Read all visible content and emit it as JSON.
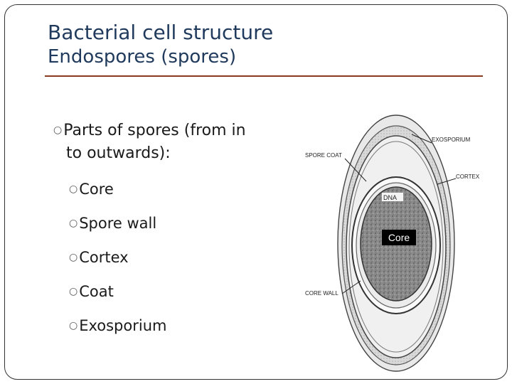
{
  "slide": {
    "title_line1": "Bacterial cell structure",
    "title_line2": "Endospores (spores)"
  },
  "bullets": {
    "main_line1": "Parts of spores (from in",
    "main_line2": "to outwards):",
    "items": [
      "Core",
      "Spore wall",
      "Cortex",
      "Coat",
      "Exosporium"
    ]
  },
  "figure": {
    "labels": {
      "exosporium": "EXOSPORIUM",
      "spore_coat": "SPORE COAT",
      "cortex": "CORTEX",
      "dna": "DNA",
      "core": "Core",
      "core_wall": "CORE WALL"
    }
  },
  "colors": {
    "title": "#1f3a5c",
    "rule": "#8b3a1e"
  }
}
